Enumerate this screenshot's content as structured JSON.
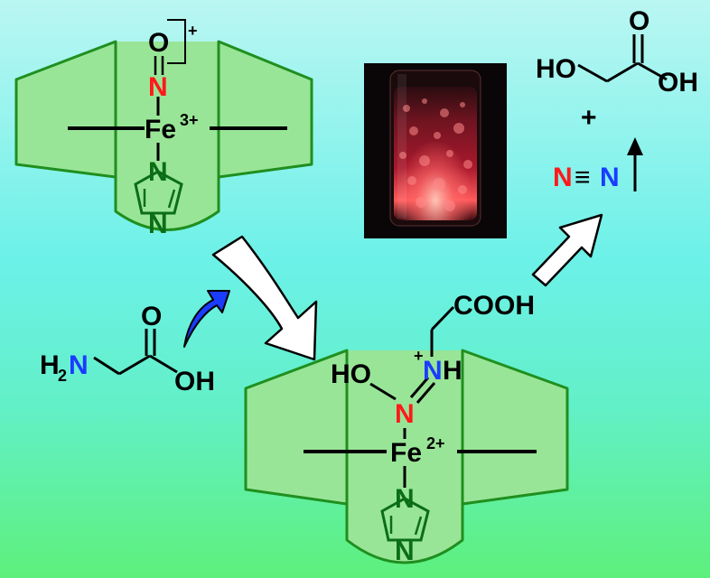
{
  "complex_top": {
    "nitrosyl_O": "O",
    "nitrosyl_N": "N",
    "charge": "+",
    "metal": "Fe",
    "metal_charge": "3+",
    "imidazole_N1": "N",
    "imidazole_N2": "N"
  },
  "complex_bottom": {
    "hydroxy": "HO",
    "nitrogen": "N",
    "iminium_plus": "+",
    "iminium_N": "N",
    "iminium_H": "H",
    "carboxyl": "COOH",
    "metal": "Fe",
    "metal_charge": "2+",
    "imidazole_N1": "N",
    "imidazole_N2": "N"
  },
  "glycine": {
    "h2": "H",
    "h2_sub": "2",
    "amine_N": "N",
    "carbonyl_O": "O",
    "hydroxyl": "OH"
  },
  "glycolic_acid": {
    "ho": "HO",
    "carbonyl_O": "O",
    "oh": "OH"
  },
  "plus_sign": "+",
  "dinitrogen": {
    "n1": "N",
    "bond": "≡",
    "n2": "N"
  },
  "colors": {
    "porphyrin_fill": "#99e597",
    "porphyrin_stroke": "#1f8f1f",
    "nitrogen_red": "#ff1a1a",
    "nitrogen_blue": "#1a3cff",
    "arrow_blue": "#1a3cff"
  }
}
